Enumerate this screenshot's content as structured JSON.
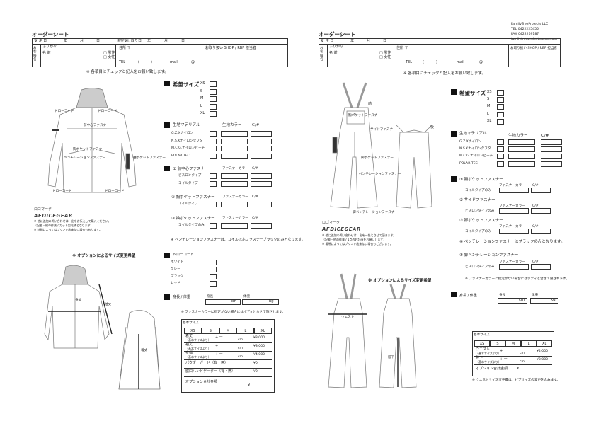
{
  "company": {
    "name": "FamilyTreeProjects LLC",
    "tel": "TEL 0422225455",
    "fax": "FAX 0422269187",
    "email": "familytreeprojects@me.com"
  },
  "left": {
    "title": "オーダーシート",
    "header": {
      "received_label": "受 注 日",
      "year": "年",
      "month": "月",
      "day": "日",
      "delivery_label": "希望受け取り日",
      "furigana": "ふりがな",
      "name_label": "名 前",
      "customer_label": "お客様名",
      "male": "男性",
      "female": "女性",
      "address": "住所 〒",
      "shop_label": "お取り扱い SHOP / RBP 担当者",
      "tel": "TEL",
      "mail": "mail",
      "at": "@"
    },
    "instruction": "※ 各項目にチェックと記入をお願い致します。",
    "callouts": {
      "drawcord_l": "ドローコード",
      "drawcord_r": "ドローコード",
      "front_zip": "前中心ファスナー",
      "chest_zip": "胸ポケットファスナー",
      "vent_zip": "ベンチレーションファスナー",
      "arm_zip": "袖ポケットファスナー",
      "drawcord_bl": "ドローコード",
      "drawcord_br": "ドローコード"
    },
    "logo_label": "ロゴマーク",
    "logo_text": "AFDICEGEAR",
    "notes": [
      "※ 他に追加の問い合わせは、出をお伝えして購入ください。",
      "（記載・他の作業 / カット型見積となります）",
      "※ 時間によってはプリント出来ない場合もあります。"
    ],
    "option_title": "※ オプションによるサイズ変更希望",
    "opt_callouts": {
      "arm": "袖丈",
      "body": "身幅",
      "length": "着丈"
    },
    "sizes_title": "希望サイズ",
    "sizes": [
      "XS",
      "S",
      "M",
      "L",
      "XL"
    ],
    "material_title": "生地マテリアル",
    "fabric_color": "生地カラー",
    "cnum": "C/#",
    "materials": [
      "G.Z.Xナイロン",
      "N.S.Kナイロンタフタ",
      "M.C.G.ナイロンピーチ",
      "POLAR TEC"
    ],
    "zippers": [
      {
        "title": "① 前中心ファスナー",
        "color_label": "ファスナーカラー",
        "cnum": "C/#",
        "opts": [
          "ビスロンタイプ",
          "コイルタイプ"
        ]
      },
      {
        "title": "② 胸ポケットファスナー",
        "color_label": "ファスナーカラー",
        "cnum": "C/#",
        "opts": [
          "コイルタイプ"
        ]
      },
      {
        "title": "③ 袖ポケットファスナー",
        "color_label": "ファスナーカラー",
        "cnum": "C/#",
        "opts": [
          "コイルタイプのみ"
        ]
      }
    ],
    "vent_note": "④ ベンチレーションファスナーは、コイルはホファスナーブラックのみとなります。",
    "drawcord_title": "ドローコード",
    "drawcord_opts": [
      "ホワイト",
      "グレー",
      "ブラック",
      "レッド"
    ],
    "height_weight": "身長 / 体重",
    "height": "身長",
    "weight": "体重",
    "cm": "cm",
    "kg": "kg",
    "color_note": "※ ファスナーカラーに指定がない場合にはボディと合せて施されます。",
    "table": {
      "title": "基本サイズ",
      "sizes": [
        "XS",
        "S",
        "M",
        "L",
        "XL"
      ],
      "rows": [
        {
          "label": "着丈",
          "sub": "（基本サイズより）",
          "pm": "+ ー",
          "unit": "cm",
          "price": "¥3,000"
        },
        {
          "label": "袖丈",
          "sub": "（基本サイズより）",
          "pm": "+ ー",
          "unit": "cm",
          "price": "¥3,000"
        },
        {
          "label": "身幅",
          "sub": "（基本サイズより）",
          "pm": "+ ー",
          "unit": "cm",
          "price": "¥4,000"
        }
      ],
      "extra": [
        {
          "label": "パウダーガード（有・無）",
          "price": "¥0"
        },
        {
          "label": "脇口ハンドゲーター（有・無）",
          "price": "¥0"
        }
      ],
      "total": "オプション合計金額",
      "yen": "¥"
    }
  },
  "right": {
    "title": "オーダーシート",
    "header": {
      "received_label": "受 注 日",
      "year": "年",
      "month": "月",
      "day": "日",
      "furigana": "ふりがな",
      "name_label": "名 前",
      "customer_label": "お客様名",
      "male": "男性",
      "female": "女性",
      "address": "住所 〒",
      "shop_label": "お取り扱い SHOP / RBP 担当者",
      "tel": "TEL",
      "mail": "mail",
      "at": "@"
    },
    "instruction": "※ 各項目にチェックと記入をお願い致します。",
    "front": "前",
    "back": "後",
    "callouts": {
      "chest": "胸ポケットファスナー",
      "side": "サイドファスナー",
      "cargo": "脚ポケットファスナー",
      "vent": "ベンチレーションファスナー",
      "vent2": "脚ベンチレーションファスナー"
    },
    "logo_label": "ロゴマーク",
    "logo_text": "AFDICEGEAR",
    "notes": [
      "※ 他に追加の問い合わせは、出を一色とさせて頂きます。",
      "（記載・他の作業 / 1点のお計画をお願いします）",
      "※ 場所によってはプリント出来ない場合もございます。"
    ],
    "option_title": "※ オプションによるサイズ変更希望",
    "opt_callouts": {
      "waist": "ウエスト",
      "inseam": "股下"
    },
    "sizes_title": "希望サイズ",
    "sizes": [
      "XS",
      "S",
      "M",
      "L",
      "XL"
    ],
    "material_title": "生地マテリアル",
    "fabric_color": "生地カラー",
    "cnum": "C/#",
    "materials": [
      "G.Z.Xナイロン",
      "N.S.Kナイロンタフタ",
      "M.C.G.ナイロンピーチ",
      "POLAR TEC"
    ],
    "zippers": [
      {
        "title": "① 胸ポケットファスナー",
        "color_label": "ファスナーカラー",
        "cnum": "C/#",
        "opt": "コイルタイプのみ"
      },
      {
        "title": "② サイドファスナー",
        "color_label": "ファスナーカラー",
        "cnum": "C/#",
        "opt": "ビスロンタイプのみ"
      },
      {
        "title": "③ 脚ポケットファスナー",
        "color_label": "ファスナーカラー",
        "cnum": "C/#",
        "opt": "コイルタイプのみ"
      }
    ],
    "vent_note": "④ ベンチレーションファスナーはブラックのみとなります。",
    "vent2": {
      "title": "⑤ 脚ベンチレーションファスナー",
      "color_label": "ファスナーカラー",
      "cnum": "C/#",
      "opt": "ビスロンタイプのみ"
    },
    "color_note": "※ ファスナーカラーに指定がない場合にはボディと合せて施されます。",
    "height_weight": "身長 / 体重",
    "height": "身長",
    "weight": "体重",
    "cm": "cm",
    "kg": "kg",
    "table": {
      "title": "基本サイズ",
      "sizes": [
        "XS",
        "S",
        "M",
        "L",
        "XL"
      ],
      "rows": [
        {
          "label": "ウエスト",
          "sub": "（基本サイズより）",
          "pm": "+ ー",
          "unit": "cm",
          "price": "¥4,000"
        },
        {
          "label": "股下",
          "sub": "（基本サイズより）",
          "pm": "+ ー",
          "unit": "cm",
          "price": "¥3,000"
        }
      ],
      "total": "オプション合計金額",
      "yen": "¥"
    },
    "waist_note": "※ ウエストサイズ変更費は、ビブサイズの変更を含みます。"
  }
}
